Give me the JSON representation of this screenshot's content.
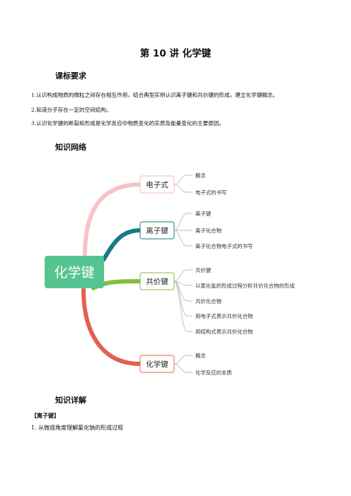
{
  "title": "第 10 讲  化学键",
  "sections": {
    "requirements": "课标要求",
    "network": "知识网络",
    "details": "知识详解"
  },
  "requirements": [
    "1.认识构成物质的微粒之间存在相互作用，结合典型实例认识离子键和共价键的形成，建立化学键概念。",
    "2.知道分子存在一定的空间结构。",
    "3.认识化学键的断裂和形成是化学反应中物质变化的实质及能量变化的主要原因。"
  ],
  "mindmap": {
    "root": "化学键",
    "colors": {
      "root": "#56c490",
      "pink": "#f6c3c8",
      "teal": "#16798a",
      "green": "#82bd3c",
      "red": "#e45f52"
    },
    "branches": [
      {
        "label": "电子式",
        "items": [
          "概念",
          "电子式的书写"
        ]
      },
      {
        "label": "离子键",
        "items": [
          "离子键",
          "离子化合物",
          "离子化合物电子式的书写"
        ]
      },
      {
        "label": "共价键",
        "items": [
          "共价键",
          "以氯化氢的形成过程分析共价化合物的形成",
          "共价化合物",
          "用电子式表示共价化合物",
          "用结构式表示共价化合物"
        ]
      },
      {
        "label": "化学键",
        "items": [
          "概念",
          "化学反应的本质"
        ]
      }
    ]
  },
  "detail_heading": "【离子键】",
  "detail_item": "1.  从微观角度理解氯化钠的形成过程"
}
